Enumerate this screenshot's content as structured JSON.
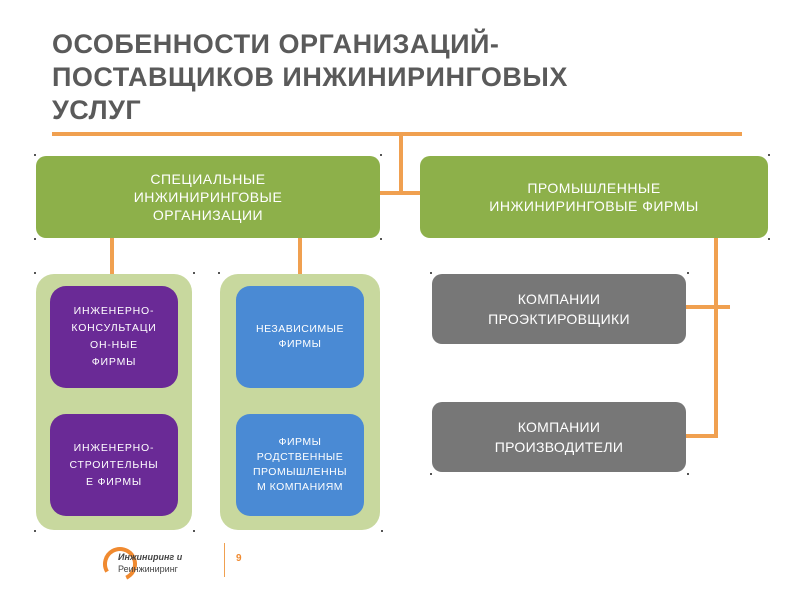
{
  "title": {
    "line1": "ОСОБЕННОСТИ ОРГАНИЗАЦИЙ-",
    "line2": "ПОСТАВЩИКОВ ИНЖИНИРИНГОВЫХ",
    "line3": "УСЛУГ"
  },
  "left_top": [
    "СПЕЦИАЛЬНЫЕ",
    "ИНЖИНИРИНГОВЫЕ",
    "ОРГАНИЗАЦИИ"
  ],
  "right_top": [
    "ПРОМЫШЛЕННЫЕ",
    "ИНЖИНИРИНГОВЫЕ ФИРМЫ"
  ],
  "purple_boxes": [
    [
      "ИНЖЕНЕРНО-",
      "КОНСУЛЬТАЦИ",
      "ОН-НЫЕ",
      "ФИРМЫ"
    ],
    [
      "ИНЖЕНЕРНО-",
      "СТРОИТЕЛЬНЫ",
      "Е ФИРМЫ"
    ]
  ],
  "blue_boxes": [
    [
      "НЕЗАВИСИМЫЕ",
      "ФИРМЫ"
    ],
    [
      "ФИРМЫ",
      "РОДСТВЕННЫЕ",
      "ПРОМЫШЛЕННЫ",
      "М КОМПАНИЯМ"
    ]
  ],
  "gray_boxes": [
    [
      "КОМПАНИИ",
      "ПРОЭКТИРОВЩИКИ"
    ],
    [
      "КОМПАНИИ",
      "ПРОИЗВОДИТЕЛИ"
    ]
  ],
  "footer": {
    "logo_line1": "Инжиниринг и",
    "logo_line2": "Реинжиниринг",
    "page_number": "9"
  },
  "colors": {
    "connector": "#f0a050",
    "green": "#8db04a",
    "panel": "#c8d89e",
    "purple": "#6a2a96",
    "blue": "#4a8ad4",
    "gray": "#777777"
  }
}
